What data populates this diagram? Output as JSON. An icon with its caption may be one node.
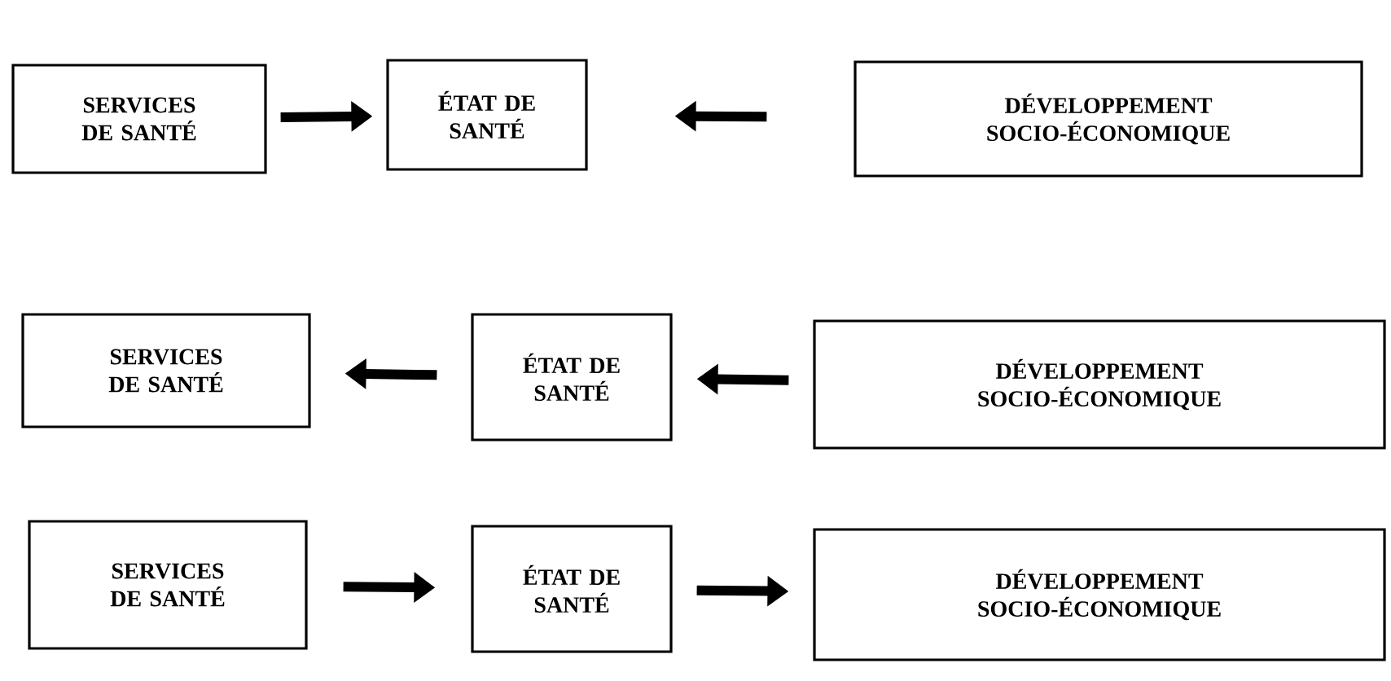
{
  "diagram": {
    "nodes": [
      {
        "text": [
          "SERVICES DE SANTÉ"
        ]
      },
      {
        "text": [
          "ÉTAT DE SANTÉ"
        ]
      },
      {
        "text": [
          "DÉVELOPPEMENT SOCIO-ÉCONOMIQUE"
        ]
      },
      {
        "text": [
          "SERVICES DE SANTÉ"
        ]
      },
      {
        "text": [
          "ÉTAT DE SANTÉ"
        ]
      },
      {
        "text": [
          "DÉVELOPPEMENT SOCIO-ÉCONOMIQUE"
        ]
      },
      {
        "text": [
          "SERVICES DE SANTÉ"
        ]
      },
      {
        "text": [
          "ÉTAT DE SANTÉ"
        ]
      },
      {
        "text": [
          "DÉVELOPPEMENT SOCIO-ÉCONOMIQUE"
        ]
      }
    ],
    "edges": [
      {
        "from": 0,
        "to": 1,
        "arrow": "to"
      },
      {
        "from": 2,
        "to": 1,
        "arrow": "to"
      },
      {
        "from": 4,
        "to": 3,
        "arrow": "to"
      },
      {
        "from": 5,
        "to": 4,
        "arrow": "to"
      },
      {
        "from": 6,
        "to": 7,
        "arrow": "to"
      },
      {
        "from": 7,
        "to": 8,
        "arrow": "to"
      }
    ]
  }
}
